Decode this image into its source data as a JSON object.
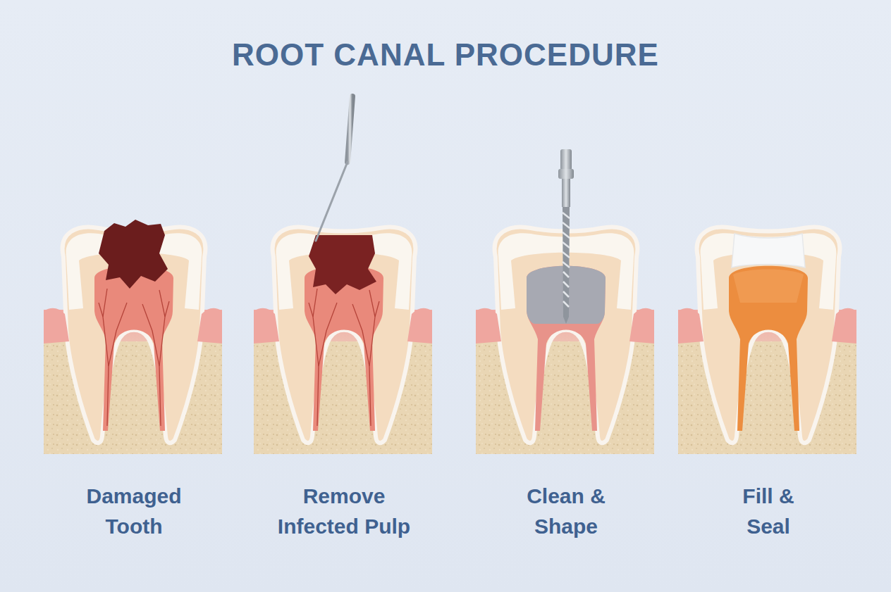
{
  "diagram": {
    "title": "ROOT CANAL PROCEDURE",
    "labels": [
      "Damaged Tooth",
      "Remove Infected Pulp",
      "Clean & Shape",
      "Fill & Seal"
    ]
  }
}
